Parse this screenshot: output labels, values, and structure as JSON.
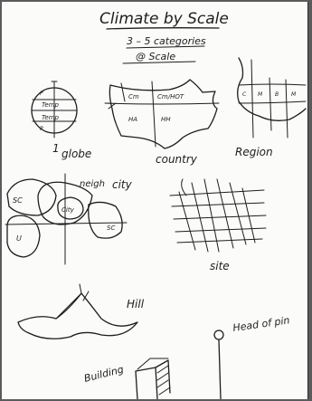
{
  "title": "Climate by Scale",
  "subtitle_line1": "3 – 5 categories",
  "subtitle_line2": "@ Scale",
  "globe": {
    "caption": "globe",
    "caption_prefix": "1",
    "bands": [
      "Temp",
      "Temp",
      "P",
      "P"
    ]
  },
  "country": {
    "caption": "country",
    "cells": [
      "Cm",
      "Cm/HOT",
      "HA",
      "HH"
    ]
  },
  "region": {
    "caption": "Region",
    "cells": [
      "C",
      "M",
      "B",
      "M"
    ]
  },
  "city": {
    "labels": [
      "SC",
      "neigh",
      "city",
      "City",
      "SC",
      "U"
    ]
  },
  "site": {
    "caption": "site"
  },
  "hill": {
    "caption": "Hill"
  },
  "building": {
    "caption": "Building"
  },
  "pin": {
    "caption": "Head of pin"
  }
}
